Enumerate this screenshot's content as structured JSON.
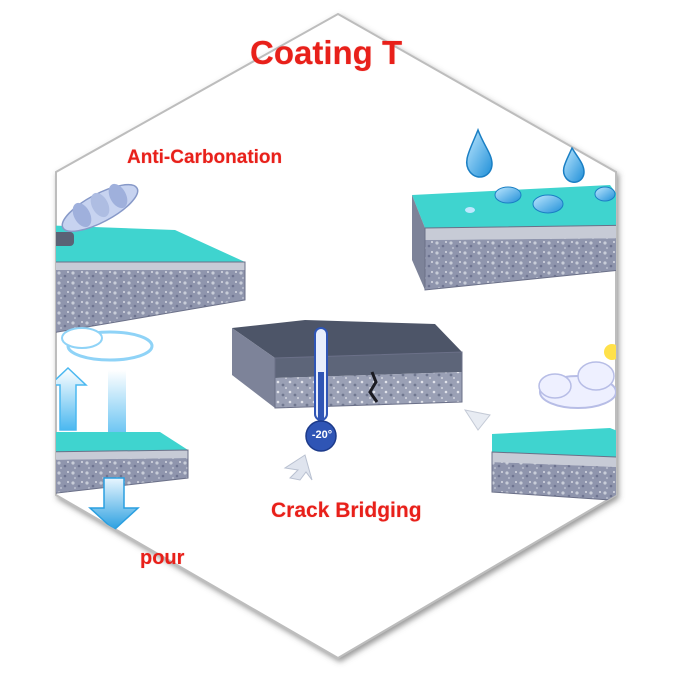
{
  "title": "Coating T",
  "labels": {
    "anti_carbonation": "Anti-Carbonation",
    "crack_bridging": "Crack Bridging",
    "vapour": "pour"
  },
  "thermometer": {
    "reading": "-20°"
  },
  "colors": {
    "label_red": "#e8201a",
    "coating_teal": "#3fd4cf",
    "concrete_gray": "#8f95ad",
    "membrane_dark": "#4d5568",
    "water_blue": "#2a9fe0",
    "frame_shadow": "#8a8a8a"
  },
  "icons": [
    "water-drop-icon",
    "thermometer-icon",
    "cloud-icon",
    "sun-icon",
    "arrow-up-icon",
    "arrow-down-icon",
    "roller-brush-icon"
  ]
}
